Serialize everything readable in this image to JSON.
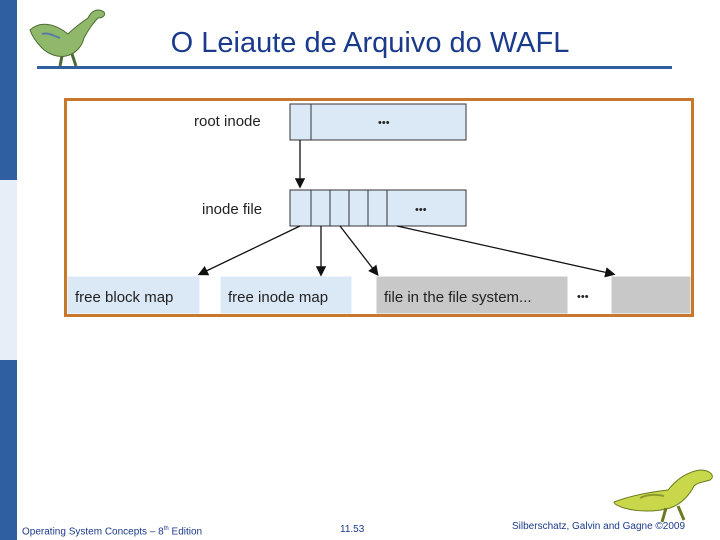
{
  "slide": {
    "title": "O Leiaute de Arquivo do WAFL",
    "footer_left_prefix": "Operating System Concepts – 8",
    "footer_left_sup": "th",
    "footer_left_suffix": " Edition",
    "footer_center": "11.53",
    "footer_right": "Silberschatz, Galvin and Gagne ©2009"
  },
  "diagram": {
    "root_inode_label": "root inode",
    "inode_file_label": "inode file",
    "ellipsis": "•••",
    "free_block_map": "free block map",
    "free_inode_map": "free inode map",
    "file_in_fs": "file in the file system..."
  },
  "colors": {
    "accent": "#1a3a8c",
    "sidebar_blue": "#2f5f9f",
    "sidebar_light": "#e6eef8",
    "box_fill": "#dbe9f7",
    "gray_fill": "#c8c8c8",
    "frame": "#c8782a"
  }
}
